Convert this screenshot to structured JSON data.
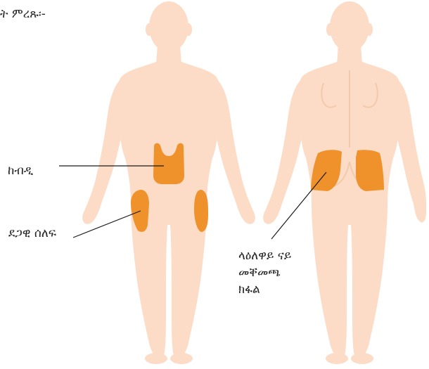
{
  "heading": "ት ምረጹ፡-",
  "labels": {
    "abdomen": "ከብዲ",
    "thigh": "ደጋዊ ሰለፍ",
    "buttock_line1": "ላዕለዋይ ናይ",
    "buttock_line2": "መቐመጫ",
    "buttock_line3": "ክፋል"
  },
  "colors": {
    "skin": "#fcdcc6",
    "skin_shade": "#f5cdb1",
    "injection_site": "#f0922b",
    "leader_line": "#1a1a1a",
    "text": "#2b2b2b"
  }
}
